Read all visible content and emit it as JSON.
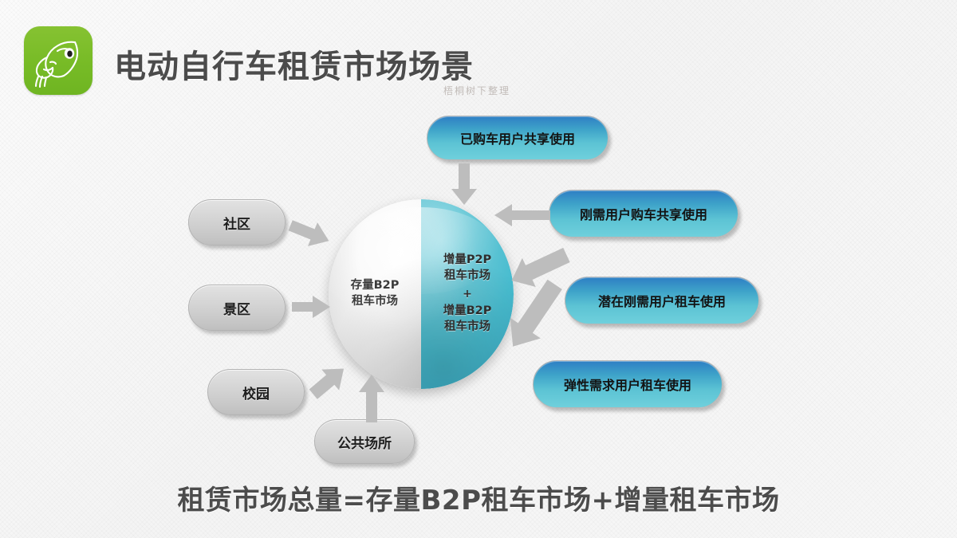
{
  "header": {
    "logo_icon": "eagle-head-logo",
    "logo_color": "#7abb27",
    "title": "电动自行车租赁市场场景",
    "watermark": "梧桐树下整理"
  },
  "sphere": {
    "left_label": "存量B2P\n租车市场",
    "left_line1": "存量B2P",
    "left_line2": "租车市场",
    "right_line1": "增量P2P",
    "right_line2": "租车市场",
    "right_plus": "+",
    "right_line3": "增量B2P",
    "right_line4": "租车市场",
    "left_color": "#f2f2f2",
    "right_color": "#48bccf"
  },
  "left_nodes": [
    {
      "label": "社区"
    },
    {
      "label": "景区"
    },
    {
      "label": "校园"
    },
    {
      "label": "公共场所"
    }
  ],
  "right_nodes": [
    {
      "label": "已购车用户共享使用"
    },
    {
      "label": "刚需用户购车共享使用"
    },
    {
      "label": "潜在刚需用户租车使用"
    },
    {
      "label": "弹性需求用户租车使用"
    }
  ],
  "arrows": {
    "color": "#bdbdbd",
    "count": 8
  },
  "caption": "租赁市场总量=存量B2P租车市场+增量租车市场"
}
